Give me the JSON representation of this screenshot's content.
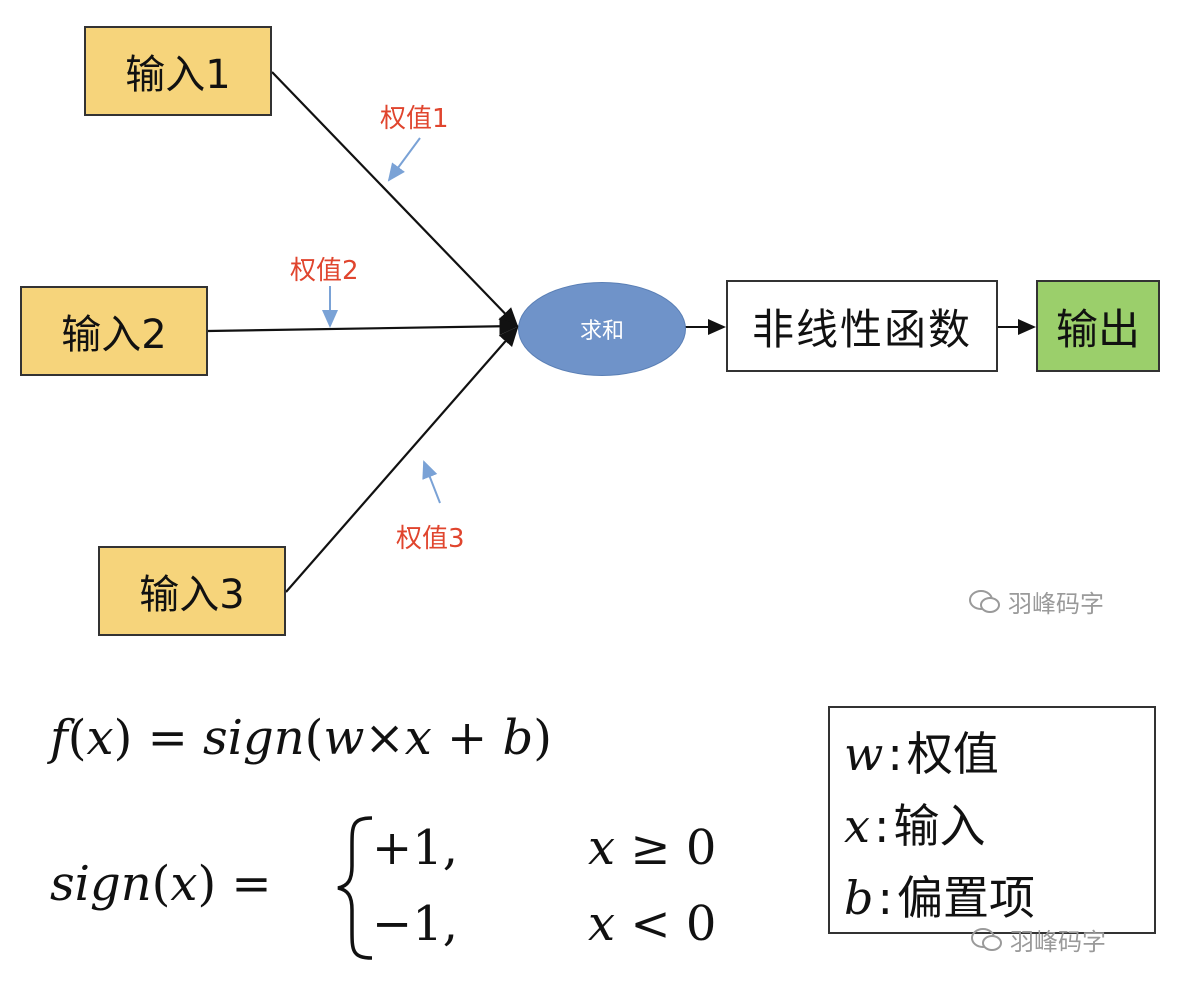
{
  "inputs": [
    {
      "label": "输入1"
    },
    {
      "label": "输入2"
    },
    {
      "label": "输入3"
    }
  ],
  "weights": [
    {
      "label": "权值1"
    },
    {
      "label": "权值2"
    },
    {
      "label": "权值3"
    }
  ],
  "sum_node": {
    "label": "求和"
  },
  "activation": {
    "label": "非线性函数"
  },
  "output": {
    "label": "输出"
  },
  "watermark": {
    "text": "羽峰码字"
  },
  "formulas": {
    "f_lhs": "f",
    "f_open": "(",
    "f_x": "x",
    "f_close_eq": ") = ",
    "f_sign": "sign",
    "f_args_open": "(",
    "f_w": "w",
    "f_times": "×",
    "f_x2": "x",
    "f_plus": " + ",
    "f_b": "b",
    "f_args_close": ")",
    "sign_lhs": "sign",
    "sign_open": "(",
    "sign_x": "x",
    "sign_close_eq": ") = ",
    "case1_value": "+1,",
    "case1_var": "x",
    "case1_cond": " ≥ 0",
    "case2_value": "−1,",
    "case2_var": "x",
    "case2_cond": " < 0"
  },
  "legend": [
    {
      "symbol": "w",
      "colon": ":",
      "meaning": "权值"
    },
    {
      "symbol": "x",
      "colon": ":",
      "meaning": "输入"
    },
    {
      "symbol": "b",
      "colon": ":",
      "meaning": "偏置项"
    }
  ],
  "colors": {
    "input_fill": "#f6d47b",
    "sum_fill": "#6f93c9",
    "output_fill": "#9bcf6b",
    "weight_text": "#e0452e",
    "pointer_arrow": "#7aa2d6"
  }
}
